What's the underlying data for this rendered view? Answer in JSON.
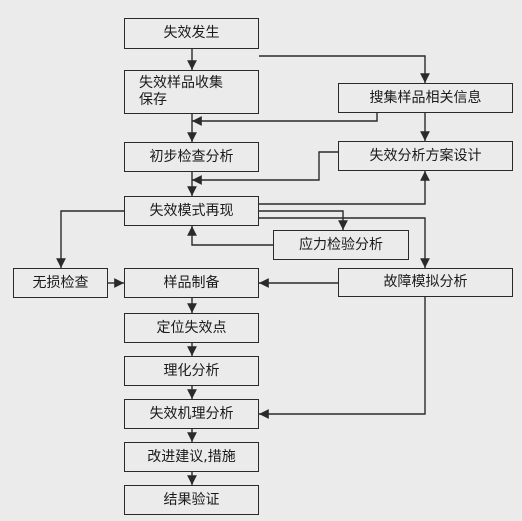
{
  "diagram": {
    "nodes": [
      {
        "id": "occur",
        "label": "失效发生"
      },
      {
        "id": "collect",
        "label": "失效样品收集\n保存"
      },
      {
        "id": "search",
        "label": "搜集样品相关信息"
      },
      {
        "id": "prelim",
        "label": "初步检查分析"
      },
      {
        "id": "plan",
        "label": "失效分析方案设计"
      },
      {
        "id": "reproduce",
        "label": "失效模式再现"
      },
      {
        "id": "stress",
        "label": "应力检验分析"
      },
      {
        "id": "ndt",
        "label": "无损检查"
      },
      {
        "id": "prep",
        "label": "样品制备"
      },
      {
        "id": "fault_sim",
        "label": "故障模拟分析"
      },
      {
        "id": "locate",
        "label": "定位失效点"
      },
      {
        "id": "physchem",
        "label": "理化分析"
      },
      {
        "id": "mechanism",
        "label": "失效机理分析"
      },
      {
        "id": "suggest",
        "label": "改进建议,措施"
      },
      {
        "id": "verify",
        "label": "结果验证"
      }
    ],
    "colors": {
      "background": "#ebebeb",
      "line": "#2a2a2a"
    }
  }
}
